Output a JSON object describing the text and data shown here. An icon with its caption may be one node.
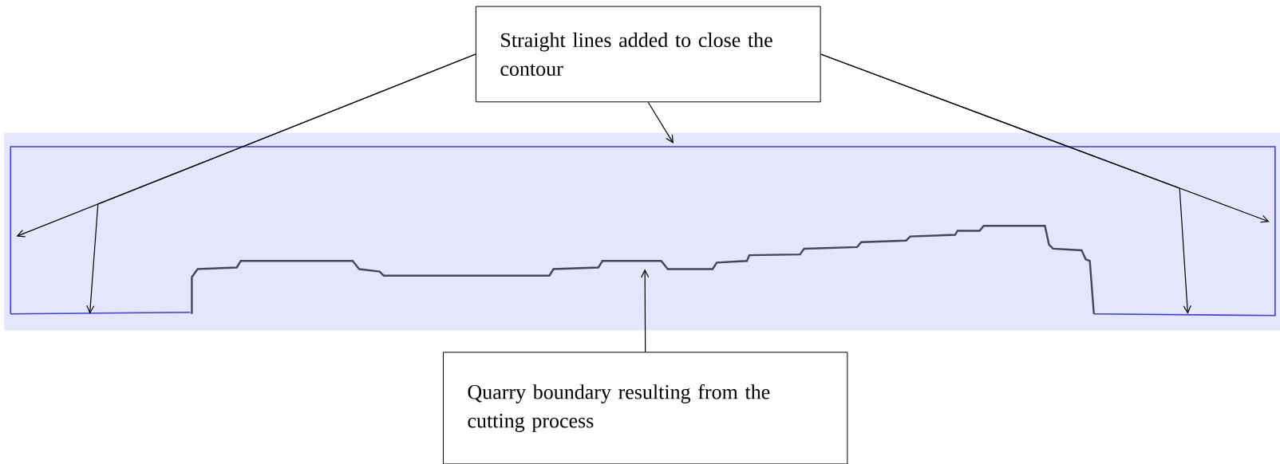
{
  "diagram": {
    "nodes": [
      {
        "text": [
          "Straight lines added to close the contour"
        ]
      },
      {
        "text": [
          "Quarry boundary resulting from the cutting process"
        ]
      }
    ],
    "edges": [
      {
        "from": 0,
        "to": null,
        "arrow": "to"
      },
      {
        "from": 0,
        "to": null,
        "arrow": "to"
      },
      {
        "from": 0,
        "to": null,
        "arrow": "to"
      },
      {
        "from": 0,
        "to": null,
        "arrow": "to"
      },
      {
        "from": 0,
        "to": null,
        "arrow": "to"
      },
      {
        "from": 1,
        "to": null,
        "arrow": "to"
      }
    ]
  }
}
